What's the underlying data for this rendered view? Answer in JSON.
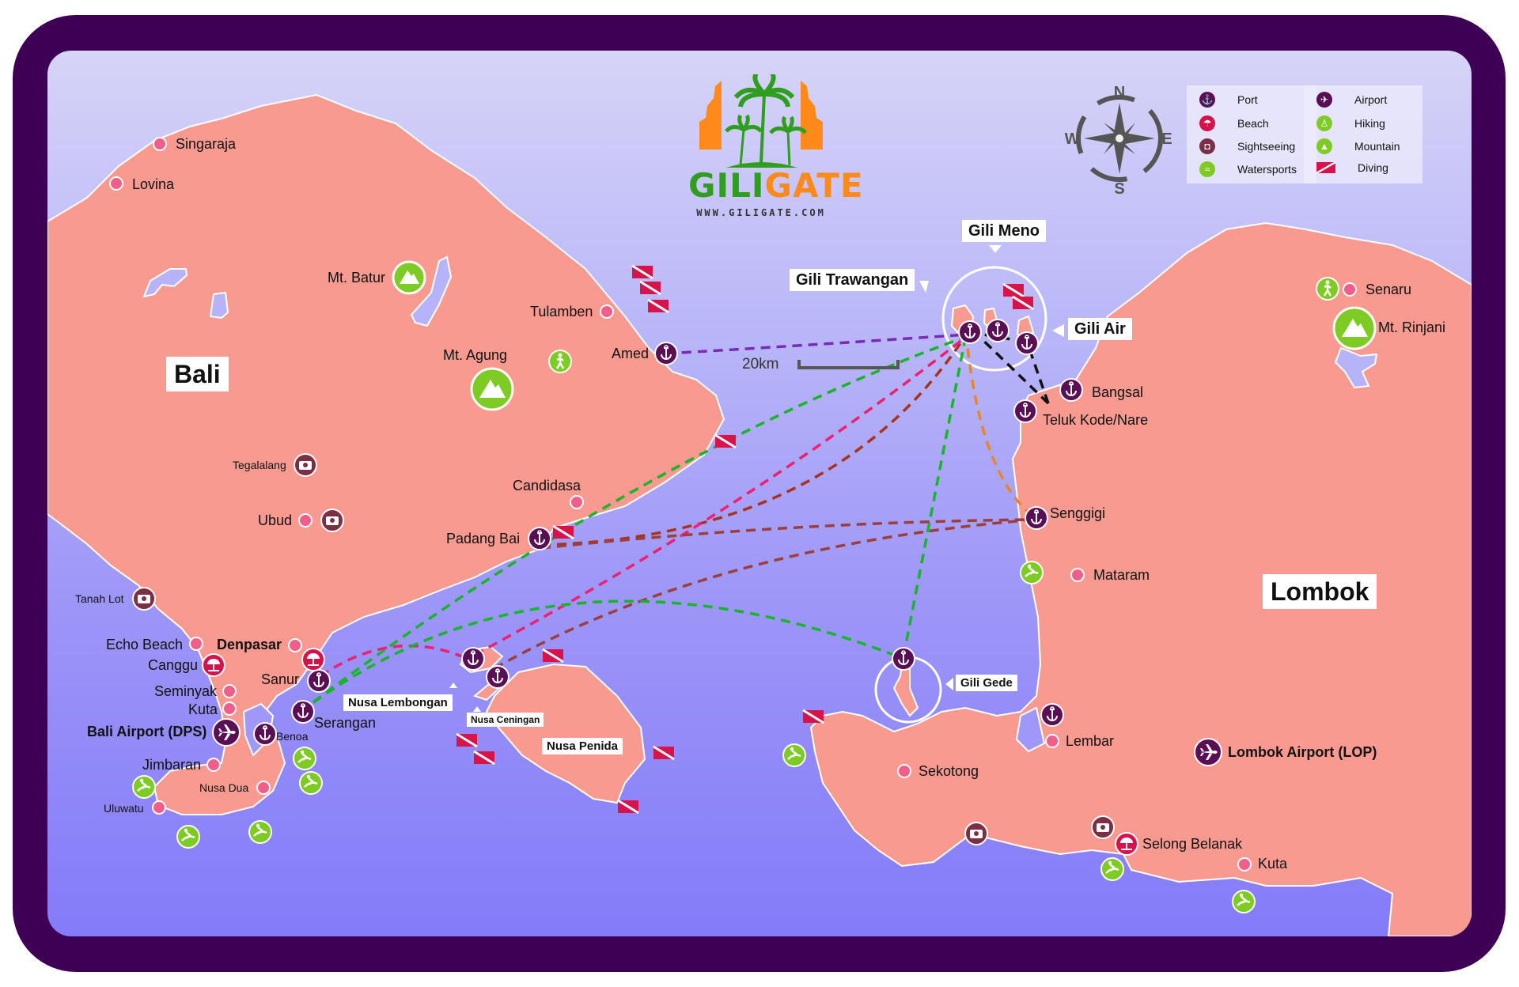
{
  "brand": {
    "name_part1": "GILI",
    "name_part2": "GATE",
    "url": "WWW.GILIGATE.COM",
    "colors": {
      "green": "#2f9e1f",
      "orange": "#ff8a1a"
    }
  },
  "colors": {
    "frame": "#3d0055",
    "land": "#f99a90",
    "sea_top": "#d6d4f7",
    "sea_bottom": "#847bf9",
    "port": "#5a0f55",
    "beach": "#d6124a",
    "sightseeing": "#7a2f45",
    "watersports": "#7ecb25",
    "city_dot": "#f25e8a",
    "diving": "#d8134a"
  },
  "compass": {
    "n": "N",
    "e": "E",
    "s": "S",
    "w": "W"
  },
  "legend": {
    "items": [
      {
        "label": "Port",
        "icon": "anchor-icon"
      },
      {
        "label": "Beach",
        "icon": "beach-umbrella-icon"
      },
      {
        "label": "Sightseeing",
        "icon": "camera-icon"
      },
      {
        "label": "Watersports",
        "icon": "surfer-icon"
      },
      {
        "label": "Airport",
        "icon": "airplane-icon"
      },
      {
        "label": "Hiking",
        "icon": "hiker-icon"
      },
      {
        "label": "Mountain",
        "icon": "mountain-icon"
      },
      {
        "label": "Diving",
        "icon": "dive-flag-icon"
      }
    ]
  },
  "scale": {
    "label": "20km"
  },
  "islands": {
    "bali": "Bali",
    "lombok": "Lombok",
    "gili_meno": "Gili Meno",
    "gili_trawangan": "Gili Trawangan",
    "gili_air": "Gili Air",
    "gili_gede": "Gili Gede",
    "nusa_lembongan": "Nusa Lembongan",
    "nusa_ceningan": "Nusa Ceningan",
    "nusa_penida": "Nusa Penida"
  },
  "places": {
    "singaraja": "Singaraja",
    "lovina": "Lovina",
    "mt_batur": "Mt. Batur",
    "mt_agung": "Mt. Agung",
    "tulamben": "Tulamben",
    "amed": "Amed",
    "tegalalang": "Tegalalang",
    "ubud": "Ubud",
    "candidasa": "Candidasa",
    "padang_bai": "Padang Bai",
    "tanah_lot": "Tanah Lot",
    "echo_beach": "Echo Beach",
    "denpasar": "Denpasar",
    "canggu": "Canggu",
    "sanur": "Sanur",
    "seminyak": "Seminyak",
    "kuta_bali": "Kuta",
    "bali_airport": "Bali Airport (DPS)",
    "benoa": "Benoa",
    "serangan": "Serangan",
    "jimbaran": "Jimbaran",
    "nusa_dua": "Nusa Dua",
    "uluwatu": "Uluwatu",
    "senaru": "Senaru",
    "mt_rinjani": "Mt. Rinjani",
    "bangsal": "Bangsal",
    "teluk_kode": "Teluk Kode/Nare",
    "senggigi": "Senggigi",
    "mataram": "Mataram",
    "lembar": "Lembar",
    "lombok_airport": "Lombok Airport (LOP)",
    "sekotong": "Sekotong",
    "selong_belanak": "Selong Belanak",
    "kuta_lombok": "Kuta"
  },
  "routes": [
    {
      "from": "Amed",
      "to": "Gili Trawangan",
      "color": "#7a2bb5"
    },
    {
      "from": "Padang Bai",
      "to": "Gili Trawangan",
      "color": "#a8321f"
    },
    {
      "from": "Serangan",
      "to": "Gili Trawangan",
      "color": "#18b52a"
    },
    {
      "from": "Sanur",
      "to": "Nusa Lembongan",
      "color": "#ef1f73"
    },
    {
      "from": "Nusa Lembongan",
      "to": "Gili Trawangan",
      "color": "#ef1f73"
    },
    {
      "from": "Nusa Lembongan",
      "to": "Senggigi",
      "color": "#9e3d3d"
    },
    {
      "from": "Padang Bai",
      "to": "Senggigi",
      "color": "#9e3d3d"
    },
    {
      "from": "Serangan",
      "to": "Gili Gede",
      "color": "#18b52a"
    },
    {
      "from": "Gili Gede",
      "to": "Gili Trawangan",
      "color": "#18b52a"
    },
    {
      "from": "Senggigi",
      "to": "Gili Trawangan",
      "color": "#e9842a"
    },
    {
      "from": "Bangsal",
      "to": "Gili Islands",
      "color": "#111111"
    }
  ]
}
